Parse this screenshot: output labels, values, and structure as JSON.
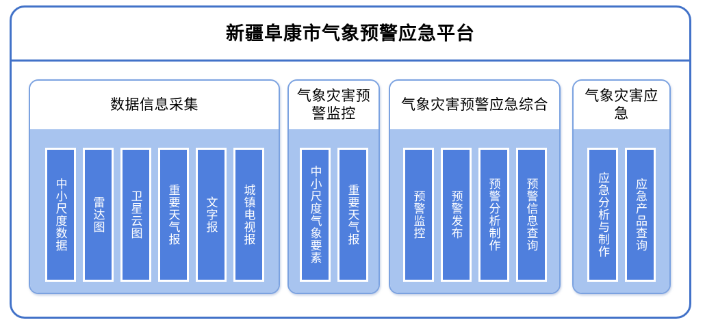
{
  "platform": {
    "title": "新疆阜康市气象预警应急平台",
    "frame_border_color": "#4272c8",
    "panel_border_color": "#7ba2e0",
    "panel_body_color": "#a8c4ef",
    "card_color": "#4f7fdd",
    "card_border_color": "#ffffff",
    "card_text_color": "#ffffff"
  },
  "panels": [
    {
      "id": "data-collection",
      "title": "数据信息采集",
      "cards": [
        {
          "label": "中小尺度数据"
        },
        {
          "label": "雷达图"
        },
        {
          "label": "卫星云图"
        },
        {
          "label": "重要天气报"
        },
        {
          "label": "文字报"
        },
        {
          "label": "城镇电视报"
        }
      ]
    },
    {
      "id": "disaster-warning-monitoring",
      "title": "气象灾害预警监控",
      "cards": [
        {
          "label": "中小尺度气象要素"
        },
        {
          "label": "重要天气报"
        }
      ]
    },
    {
      "id": "warning-emergency-integrated",
      "title": "气象灾害预警应急综合",
      "cards": [
        {
          "label": "预警监控"
        },
        {
          "label": "预警发布"
        },
        {
          "label": "预警分析制作"
        },
        {
          "label": "预警信息查询"
        }
      ]
    },
    {
      "id": "disaster-emergency",
      "title": "气象灾害应急",
      "cards": [
        {
          "label": "应急分析与制作"
        },
        {
          "label": "应急产品查询"
        }
      ]
    }
  ]
}
